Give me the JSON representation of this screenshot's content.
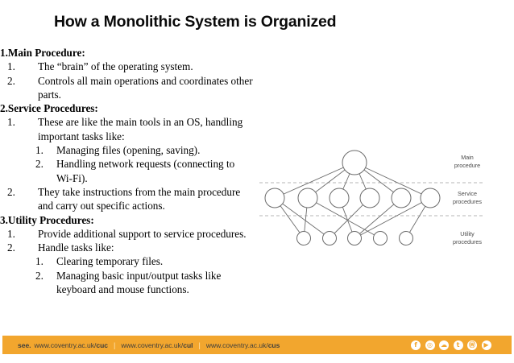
{
  "title": "How a Monolithic System is Organized",
  "content": {
    "sections": [
      {
        "heading": "1.Main Procedure:",
        "items": [
          {
            "num": "1.",
            "text": "The “brain” of the operating system."
          },
          {
            "num": "2.",
            "text": "Controls all main operations and coordinates other parts."
          }
        ]
      },
      {
        "heading": "2.Service Procedures:",
        "items": [
          {
            "num": "1.",
            "text": "These are like the main tools in an OS, handling important tasks like:",
            "sub": [
              {
                "num": "1.",
                "text": "Managing files (opening, saving)."
              },
              {
                "num": "2.",
                "text": "Handling network requests (connecting to Wi-Fi)."
              }
            ]
          },
          {
            "num": "2.",
            "text": "They take instructions from the main procedure and carry out specific actions."
          }
        ]
      },
      {
        "heading": "3.Utility Procedures:",
        "items": [
          {
            "num": "1.",
            "text": "Provide additional support to service procedures."
          },
          {
            "num": "2.",
            "text": "Handle tasks like:",
            "sub": [
              {
                "num": "1.",
                "text": "Clearing temporary files."
              },
              {
                "num": "2.",
                "text": "Managing basic input/output tasks like keyboard and mouse functions."
              }
            ]
          }
        ]
      }
    ]
  },
  "diagram": {
    "row_labels": [
      {
        "name": "main",
        "lines": [
          "Main",
          "procedure"
        ]
      },
      {
        "name": "service",
        "lines": [
          "Service",
          "procedures"
        ]
      },
      {
        "name": "utility",
        "lines": [
          "Utility",
          "procedures"
        ]
      }
    ],
    "node_counts": {
      "main": 1,
      "service": 6,
      "utility": 5
    },
    "edges_main_to_service": [
      0,
      1,
      2,
      3,
      4,
      5
    ],
    "edges_service_to_utility": [
      [
        0,
        0
      ],
      [
        0,
        1
      ],
      [
        1,
        0
      ],
      [
        1,
        3
      ],
      [
        2,
        2
      ],
      [
        3,
        1
      ],
      [
        4,
        2
      ],
      [
        5,
        2
      ],
      [
        5,
        4
      ]
    ],
    "line_color": "#6b6b6b",
    "dash_color": "#9c9c9c",
    "label_color": "#4b4b4b"
  },
  "footer": {
    "see_label": "see.",
    "links": [
      {
        "prefix": "www.coventry.ac.uk/",
        "bold": "cuc"
      },
      {
        "prefix": "www.coventry.ac.uk/",
        "bold": "cul"
      },
      {
        "prefix": "www.coventry.ac.uk/",
        "bold": "cus"
      }
    ],
    "separator": "|",
    "bar_color": "#F2A62E",
    "social": [
      {
        "name": "facebook",
        "glyph": "f"
      },
      {
        "name": "instagram",
        "glyph": "◎"
      },
      {
        "name": "snapchat",
        "glyph": "☁"
      },
      {
        "name": "twitter",
        "glyph": "t"
      },
      {
        "name": "wordpress",
        "glyph": "Ⓦ"
      },
      {
        "name": "youtube",
        "glyph": "▶"
      }
    ]
  }
}
